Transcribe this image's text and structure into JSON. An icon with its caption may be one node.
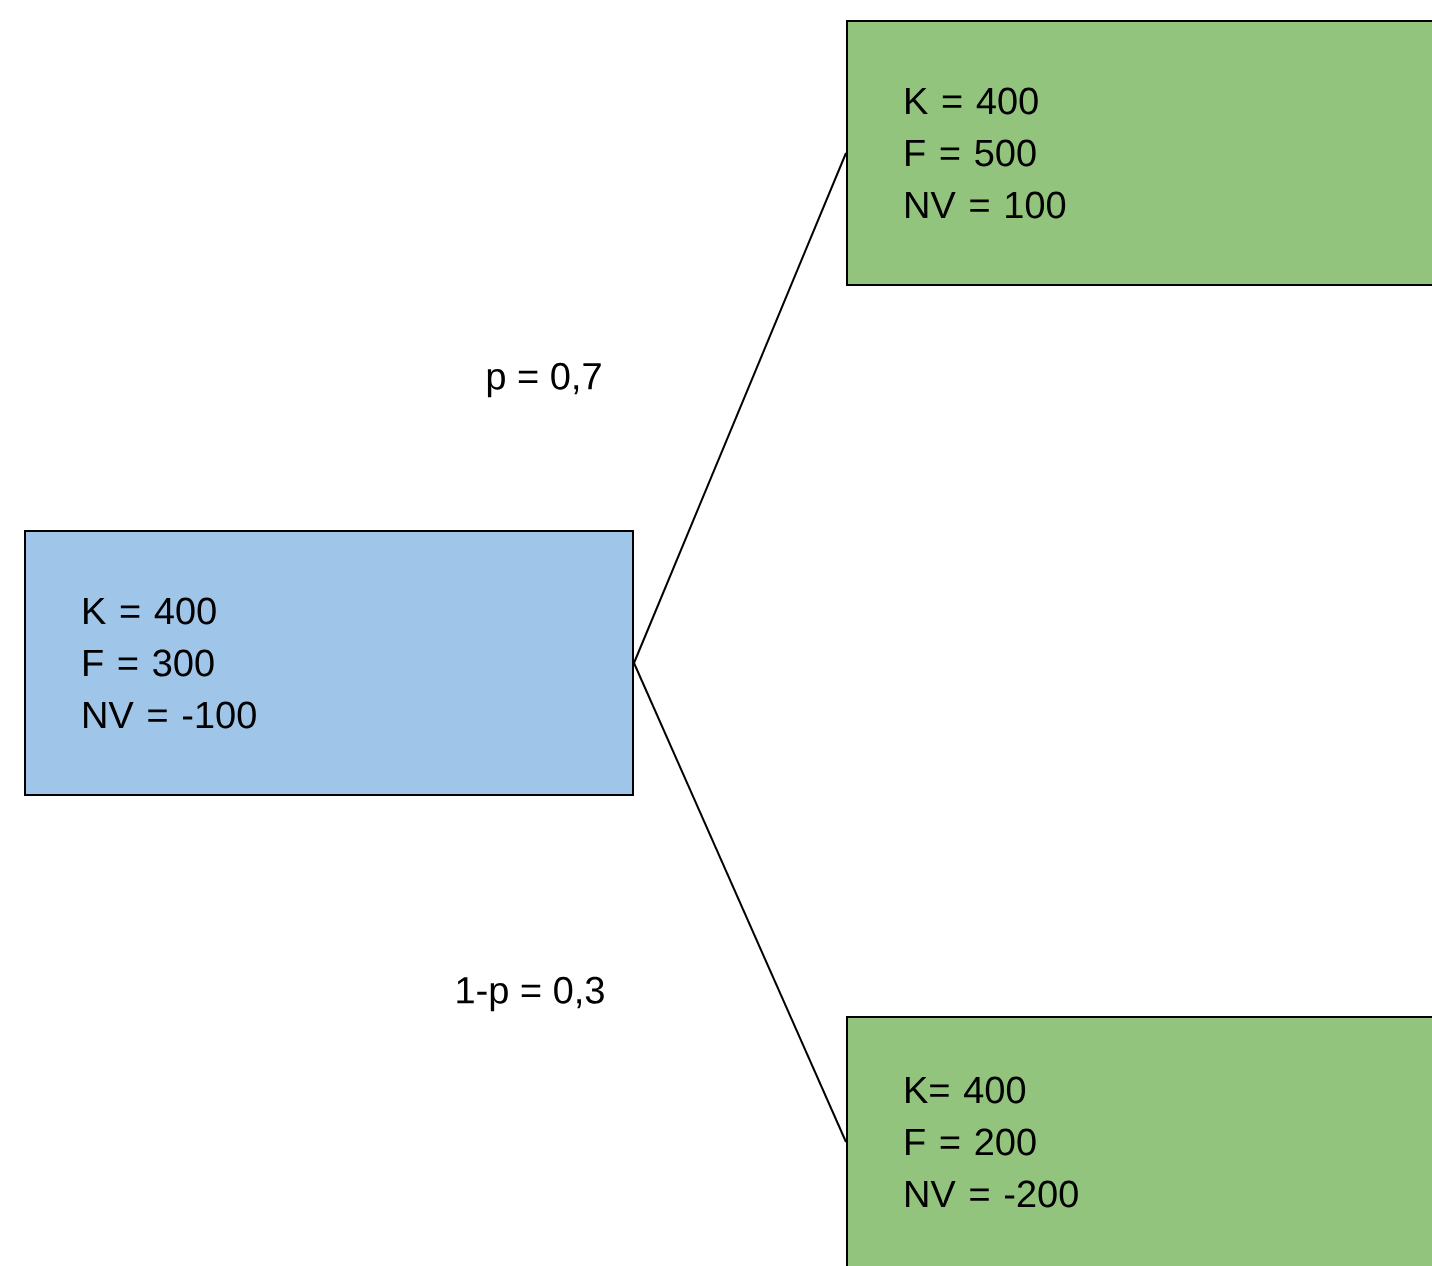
{
  "diagram": {
    "nodes": [
      {
        "text": [
          "K = 400",
          "F = 300",
          "NV = -100"
        ]
      },
      {
        "text": [
          "K = 400",
          "F = 500",
          "NV = 100"
        ]
      },
      {
        "text": [
          "K= 400",
          "F = 200",
          "NV = -200"
        ]
      }
    ],
    "edges": [
      {
        "from": 0,
        "to": 1,
        "arrow": "none",
        "label": "p = 0,7"
      },
      {
        "from": 0,
        "to": 2,
        "arrow": "none",
        "label": "1-p = 0,3"
      }
    ]
  }
}
